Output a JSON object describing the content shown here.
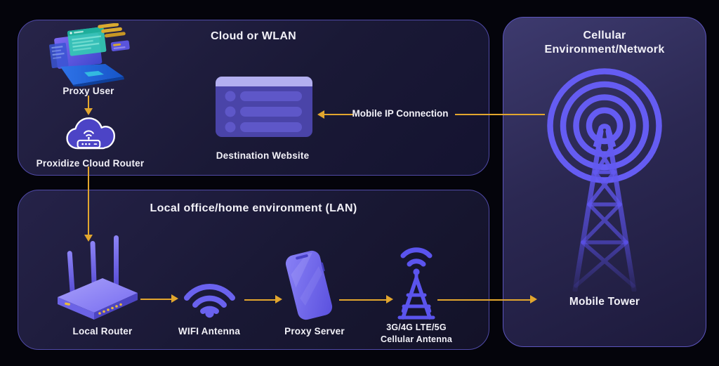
{
  "colors": {
    "arrow": "#e2a62e",
    "text": "#f2f1f8",
    "icon_purple": "#635bee",
    "panel_border": "#504aa8",
    "background": "#04040b"
  },
  "panels": {
    "cloud": {
      "title": "Cloud or WLAN",
      "nodes": {
        "proxy_user": {
          "label": "Proxy User"
        },
        "cloud_router": {
          "label": "Proxidize Cloud Router"
        },
        "destination_website": {
          "label": "Destination Website"
        }
      }
    },
    "lan": {
      "title": "Local office/home environment (LAN)",
      "nodes": {
        "local_router": {
          "label": "Local Router"
        },
        "wifi_antenna": {
          "label": "WIFI Antenna"
        },
        "proxy_server": {
          "label": "Proxy Server"
        },
        "cellular_antenna": {
          "label_line1": "3G/4G LTE/5G",
          "label_line2": "Cellular Antenna"
        }
      }
    },
    "cellular": {
      "title_line1": "Cellular",
      "title_line2": "Environment/Network",
      "nodes": {
        "mobile_tower": {
          "label": "Mobile Tower"
        }
      }
    }
  },
  "connections": {
    "mobile_ip": {
      "label": "Mobile IP Connection"
    }
  }
}
